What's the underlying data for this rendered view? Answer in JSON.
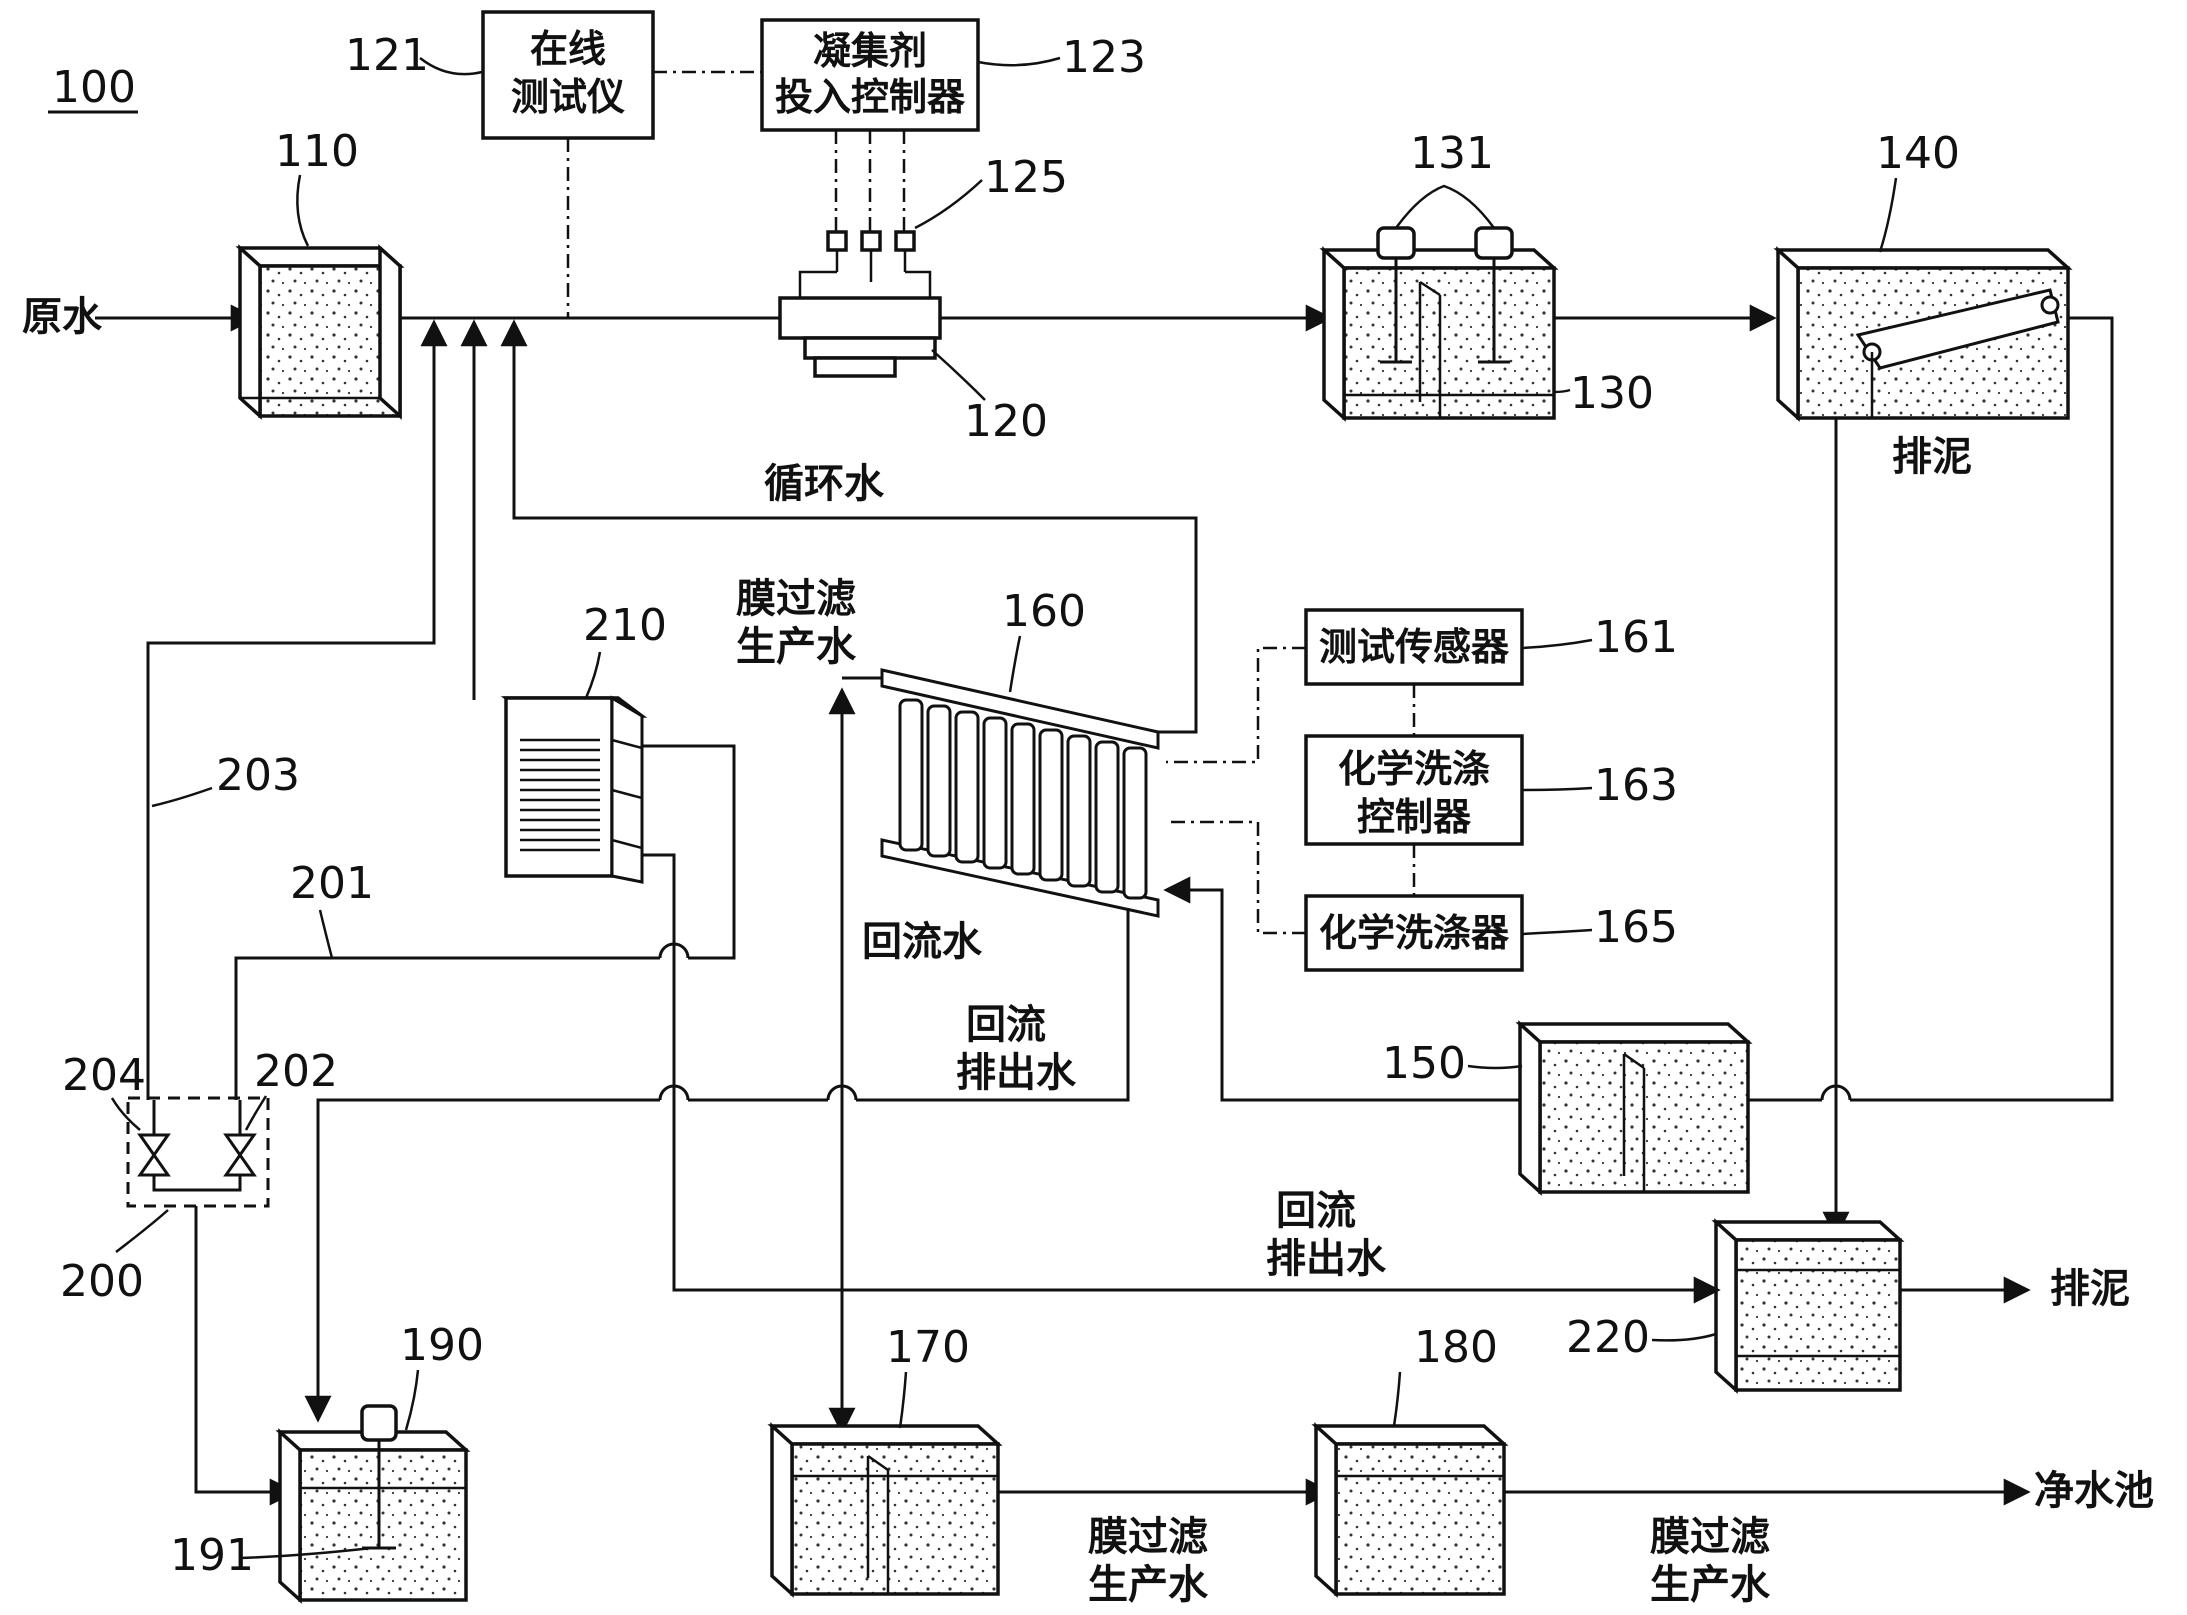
{
  "figure_id": "100",
  "inputs": {
    "raw_water": "原水"
  },
  "outputs": {
    "sludge_1": "排泥",
    "sludge_2": "排泥",
    "clean_pool": "净水池"
  },
  "units": {
    "u110": "110",
    "u120": "120",
    "u121": "121",
    "u123": "123",
    "u125": "125",
    "u130": "130",
    "u131": "131",
    "u140": "140",
    "u150": "150",
    "u160": "160",
    "u161": "161",
    "u163": "163",
    "u165": "165",
    "u170": "170",
    "u180": "180",
    "u190": "190",
    "u191": "191",
    "u200": "200",
    "u201": "201",
    "u202": "202",
    "u203": "203",
    "u204": "204",
    "u210": "210",
    "u220": "220"
  },
  "boxes": {
    "online_tester": [
      "在线",
      "测试仪"
    ],
    "coagulant_controller": [
      "凝集剂",
      "投入控制器"
    ],
    "test_sensor": [
      "测试传感器"
    ],
    "chem_wash_controller": [
      "化学洗涤",
      "控制器"
    ],
    "chem_washer": [
      "化学洗涤器"
    ]
  },
  "flows": {
    "recirc_water": "循环水",
    "membrane_product_top": [
      "膜过滤",
      "生产水"
    ],
    "backflow_water": "回流水",
    "backflow_discharge_mid": [
      "回流",
      "排出水"
    ],
    "backflow_discharge_low": [
      "回流",
      "排出水"
    ],
    "membrane_product_170": [
      "膜过滤",
      "生产水"
    ],
    "membrane_product_180": [
      "膜过滤",
      "生产水"
    ]
  }
}
